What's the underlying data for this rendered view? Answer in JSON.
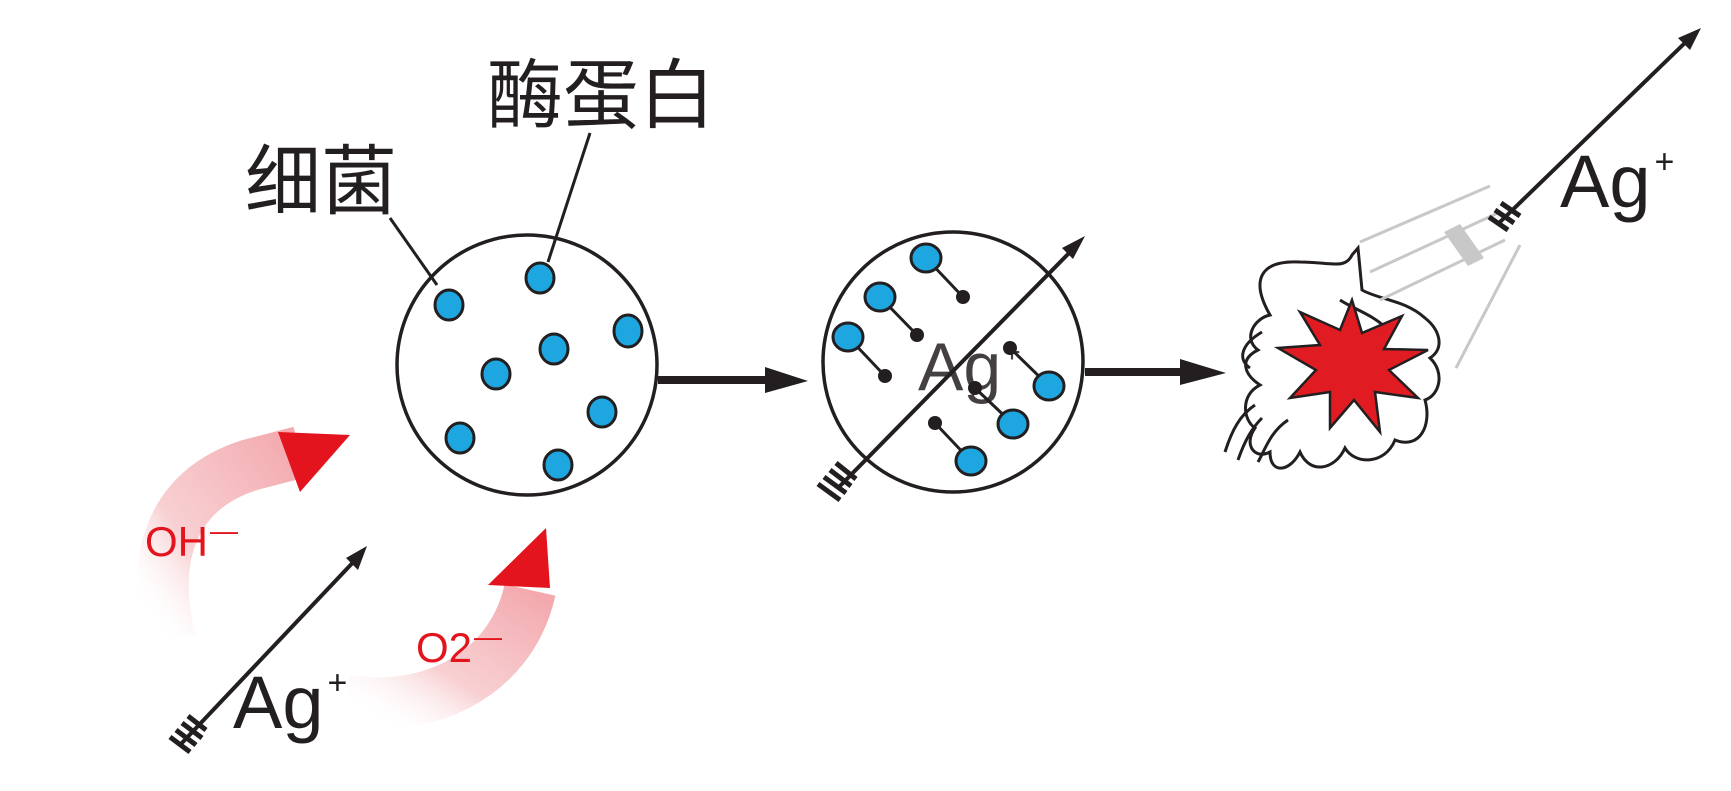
{
  "labels": {
    "bacteria": "细菌",
    "enzyme_protein": "酶蛋白",
    "silver_ion": "Ag",
    "silver_ion_charge": "+",
    "hydroxide": "OH",
    "hydroxide_charge": "—",
    "superoxide": "O2",
    "superoxide_charge": "—",
    "inner_silver_ion": "Ag",
    "inner_silver_ion_charge": "+",
    "exit_silver_ion": "Ag",
    "exit_silver_ion_charge": "+"
  },
  "colors": {
    "ink": "#231f20",
    "enzyme_blue": "#1ea6e0",
    "reactive_red": "#e3141d",
    "burst_red": "#e11b22",
    "pale_red": "#f7c9cc",
    "gray_trail": "#c8c8c8"
  }
}
